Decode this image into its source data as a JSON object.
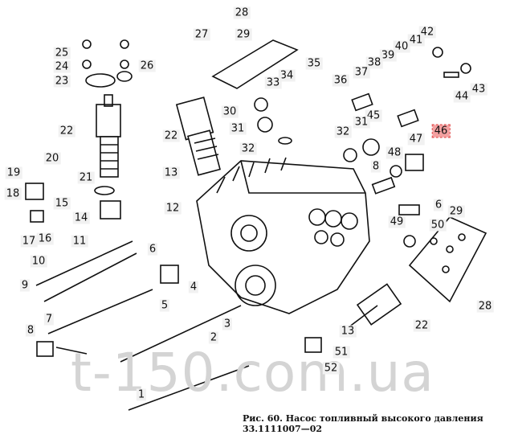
{
  "watermark": "t-150.com.ua",
  "caption": "Рис. 60. Насос топливный высокого давления 33.1111007—02",
  "highlight_color": "#f4a0a0",
  "labels": {
    "l28a": "28",
    "l27": "27",
    "l29a": "29",
    "l25": "25",
    "l24": "24",
    "l26": "26",
    "l23": "23",
    "l35": "35",
    "l34": "34",
    "l33": "33",
    "l42": "42",
    "l41": "41",
    "l40": "40",
    "l39": "39",
    "l38": "38",
    "l37": "37",
    "l36": "36",
    "l43": "43",
    "l44": "44",
    "l30": "30",
    "l31a": "31",
    "l22a": "22",
    "l22b": "22",
    "l45": "45",
    "l46": "46",
    "l31b": "31",
    "l32a": "32",
    "l32b": "32",
    "l47": "47",
    "l48": "48",
    "l20": "20",
    "l8a": "8",
    "l19": "19",
    "l13a": "13",
    "l21": "21",
    "l18": "18",
    "l15": "15",
    "l14": "14",
    "l17": "17",
    "l16": "16",
    "l6a": "6",
    "l12": "12",
    "l29b": "29",
    "l28b": "28",
    "l49": "49",
    "l50": "50",
    "l11": "11",
    "l6b": "6",
    "l10": "10",
    "l9": "9",
    "l4": "4",
    "l5": "5",
    "l7": "7",
    "l22c": "22",
    "l3": "3",
    "l8b": "8",
    "l13b": "13",
    "l2": "2",
    "l51": "51",
    "l52": "52",
    "l1": "1"
  }
}
